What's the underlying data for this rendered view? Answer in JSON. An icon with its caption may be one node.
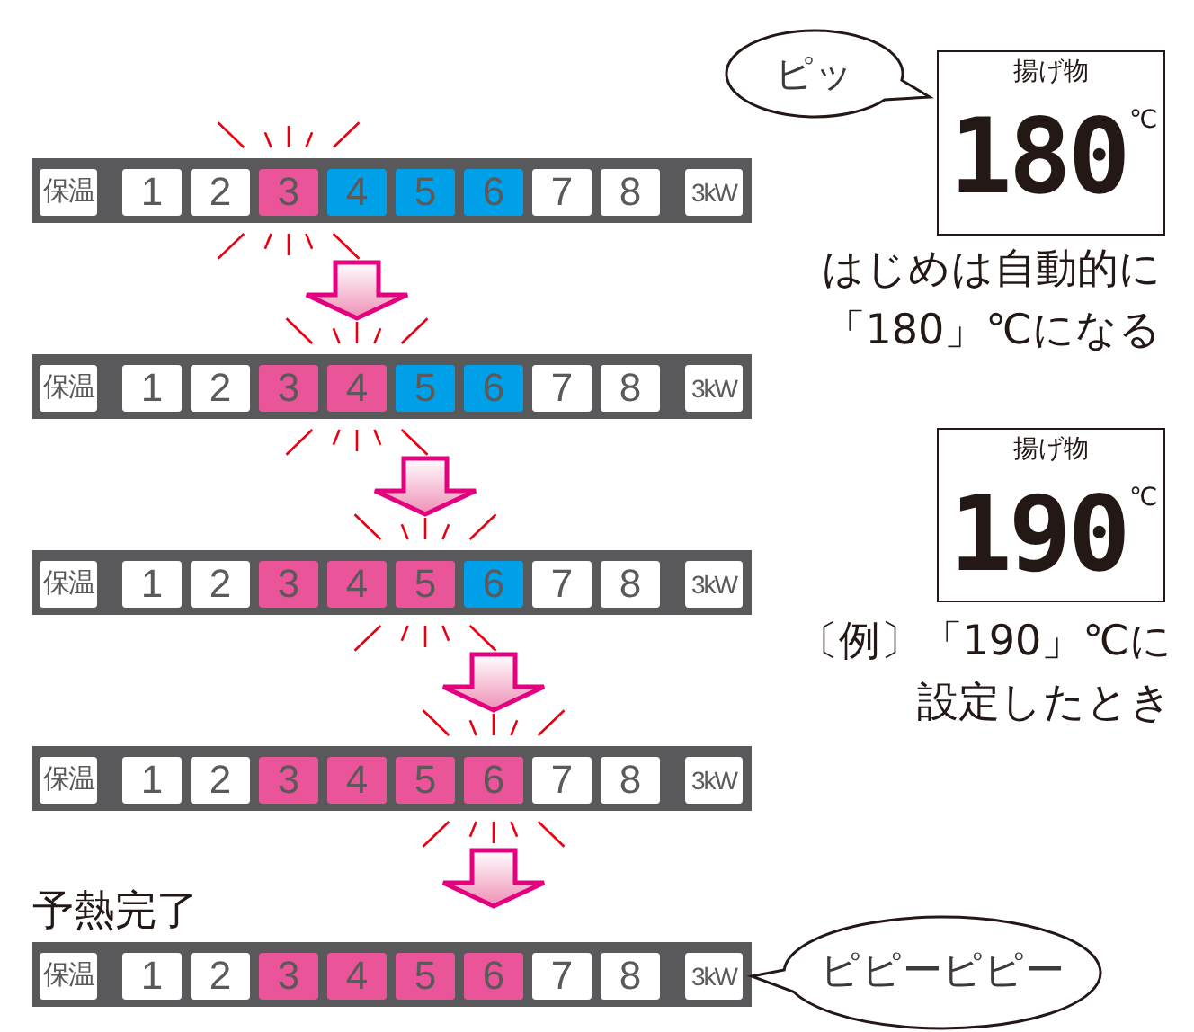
{
  "diagram": {
    "nodes": [
      {
        "text": [
          "保温",
          "1",
          "2",
          "3",
          "4",
          "5",
          "6",
          "7",
          "8",
          "3kW"
        ]
      },
      {
        "text": [
          "保温",
          "1",
          "2",
          "3",
          "4",
          "5",
          "6",
          "7",
          "8",
          "3kW"
        ]
      },
      {
        "text": [
          "保温",
          "1",
          "2",
          "3",
          "4",
          "5",
          "6",
          "7",
          "8",
          "3kW"
        ]
      },
      {
        "text": [
          "保温",
          "1",
          "2",
          "3",
          "4",
          "5",
          "6",
          "7",
          "8",
          "3kW"
        ]
      },
      {
        "text": [
          "保温",
          "1",
          "2",
          "3",
          "4",
          "5",
          "6",
          "7",
          "8",
          "3kW"
        ],
        "beside": [
          "予熱完了"
        ]
      },
      {
        "text": [
          "ピッ"
        ]
      },
      {
        "text": [
          "揚げ物",
          "180",
          "℃"
        ],
        "beside": [
          "はじめは自動的に「180」℃になる"
        ]
      },
      {
        "text": [
          "揚げ物",
          "190",
          "℃"
        ],
        "beside": [
          "〔例〕「190」℃に設定したとき"
        ]
      },
      {
        "text": [
          "ピピーピピー"
        ]
      }
    ],
    "edges": [
      {
        "from": 0,
        "to": 1,
        "arrow": "to"
      },
      {
        "from": 1,
        "to": 2,
        "arrow": "to"
      },
      {
        "from": 2,
        "to": 3,
        "arrow": "to"
      },
      {
        "from": 3,
        "to": 4,
        "arrow": "to"
      }
    ]
  }
}
